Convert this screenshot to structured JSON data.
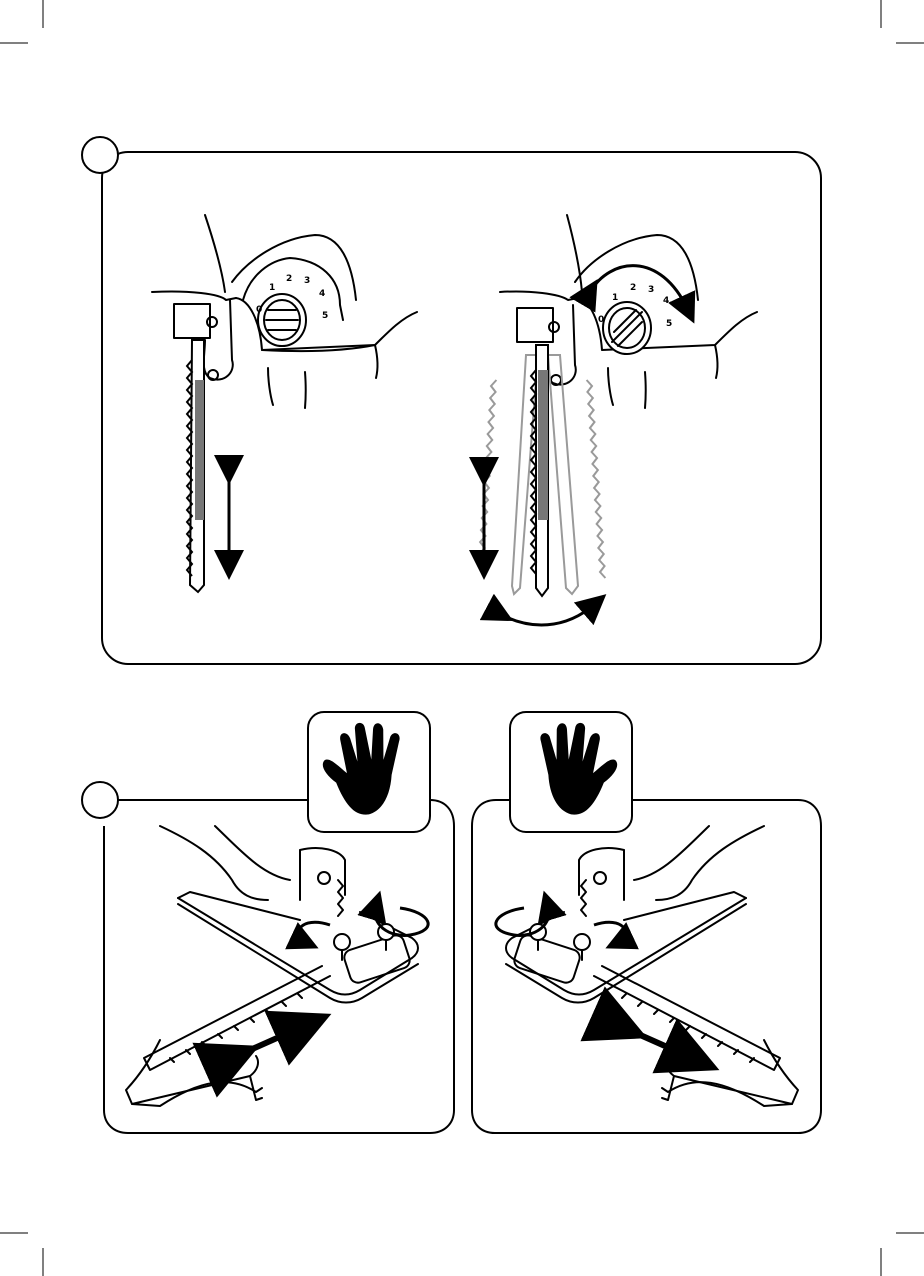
{
  "figure1": {
    "dial_scale": [
      "0",
      "1",
      "2",
      "3",
      "4",
      "5"
    ],
    "left_view": {
      "motion": "vertical",
      "setting": "0"
    },
    "right_view": {
      "motion": "orbital",
      "setting": "4"
    }
  },
  "figure2": {
    "icon": "hand-icon",
    "panels": [
      {
        "side": "left",
        "action": "adjust-parallel-guide"
      },
      {
        "side": "right",
        "action": "adjust-parallel-guide"
      }
    ]
  },
  "colors": {
    "ink": "#000000",
    "paper": "#ffffff",
    "ghost": "#9a9a9a"
  }
}
